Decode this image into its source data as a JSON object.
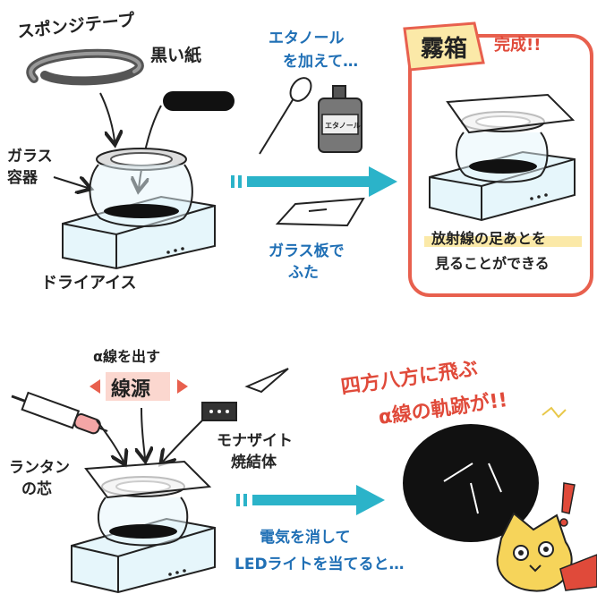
{
  "colors": {
    "ink": "#222222",
    "device_fill": "#e6f6fb",
    "arrow_teal": "#2bb3c9",
    "frame_red": "#e8604e",
    "label_blue": "#1f6fb5",
    "label_red": "#e04a3a",
    "highlight_yellow": "#fbe9a8",
    "highlight_pink": "#fbd7cf",
    "cat_yellow": "#f6d45a",
    "scarf_red": "#e04a3a"
  },
  "top": {
    "sponge_tape": "スポンジテープ",
    "black_paper": "黒い紙",
    "glass_container": [
      "ガラス",
      "容器"
    ],
    "dry_ice": "ドライアイス",
    "ethanol_note": [
      "エタノール",
      "を加えて…"
    ],
    "ethanol_bottle_label": "エタノール",
    "glass_plate_note": [
      "ガラス板で",
      "ふた"
    ],
    "cloud_chamber_title": "霧箱",
    "complete": "完成!!",
    "radiation_caption": [
      "放射線の足あとを",
      "見ることができる"
    ]
  },
  "bottom": {
    "alpha_emit": "α線を出す",
    "radiation_source": "線源",
    "lantern_mantle": [
      "ランタン",
      "の芯"
    ],
    "monazite": [
      "モナザイト",
      "焼結体"
    ],
    "lights_note": [
      "電気を消して",
      "LEDライトを当てると…"
    ],
    "alpha_tracks_exclaim": [
      "四方八方に飛ぶ",
      "α線の軌跡が!!"
    ]
  },
  "icons": [
    "sponge-tape-ring-icon",
    "black-paper-strip-icon",
    "dropper-icon",
    "ethanol-bottle-icon",
    "glass-plate-icon",
    "syringe-icon",
    "monazite-block-icon",
    "tweezers-icon",
    "cat-face-icon",
    "exclamation-icon"
  ]
}
